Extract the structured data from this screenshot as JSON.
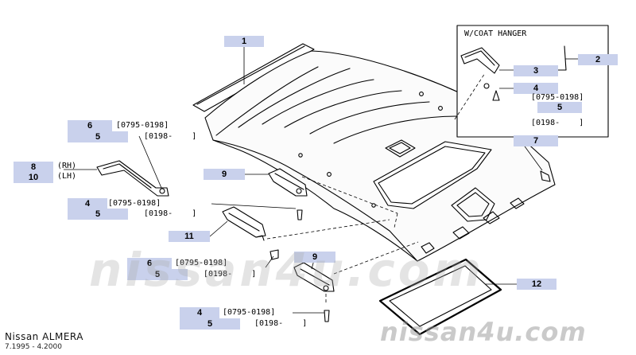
{
  "callouts": [
    {
      "id": "c1",
      "label": "1"
    },
    {
      "id": "c2",
      "label": "2"
    },
    {
      "id": "c3",
      "label": "3"
    },
    {
      "id": "c4a",
      "label": "4"
    },
    {
      "id": "c5a",
      "label": "5"
    },
    {
      "id": "c6a",
      "label": "6"
    },
    {
      "id": "c5b",
      "label": "5"
    },
    {
      "id": "c7",
      "label": "7"
    },
    {
      "id": "c8",
      "label": "8"
    },
    {
      "id": "c10",
      "label": "10"
    },
    {
      "id": "c9a",
      "label": "9"
    },
    {
      "id": "c4b",
      "label": "4"
    },
    {
      "id": "c5c",
      "label": "5"
    },
    {
      "id": "c11",
      "label": "11"
    },
    {
      "id": "c6b",
      "label": "6"
    },
    {
      "id": "c5d",
      "label": "5"
    },
    {
      "id": "c9b",
      "label": "9"
    },
    {
      "id": "c12",
      "label": "12"
    },
    {
      "id": "c4c",
      "label": "4"
    },
    {
      "id": "c5e",
      "label": "5"
    }
  ],
  "annotations": {
    "inset_title": "W/COAT HANGER",
    "inset_date_a": "[0795-0198]",
    "inset_date_b": "[0198-    ]",
    "date_6a": "[0795-0198]",
    "date_5b": "[0198-    ]",
    "rh": "(RH)",
    "lh": "(LH)",
    "date_4b": "[0795-0198]",
    "date_5c": "[0198-    ]",
    "date_6b": "[0795-0198]",
    "date_5d": "[0198-    ]",
    "date_4c": "[0795-0198]",
    "date_5e": "[0198-    ]"
  },
  "footer": {
    "model": "Nissan ALMERA",
    "years": "7.1995 - 4.2000"
  },
  "watermark": {
    "center": "nissan4u.com",
    "corner": "nissan4u.com"
  }
}
